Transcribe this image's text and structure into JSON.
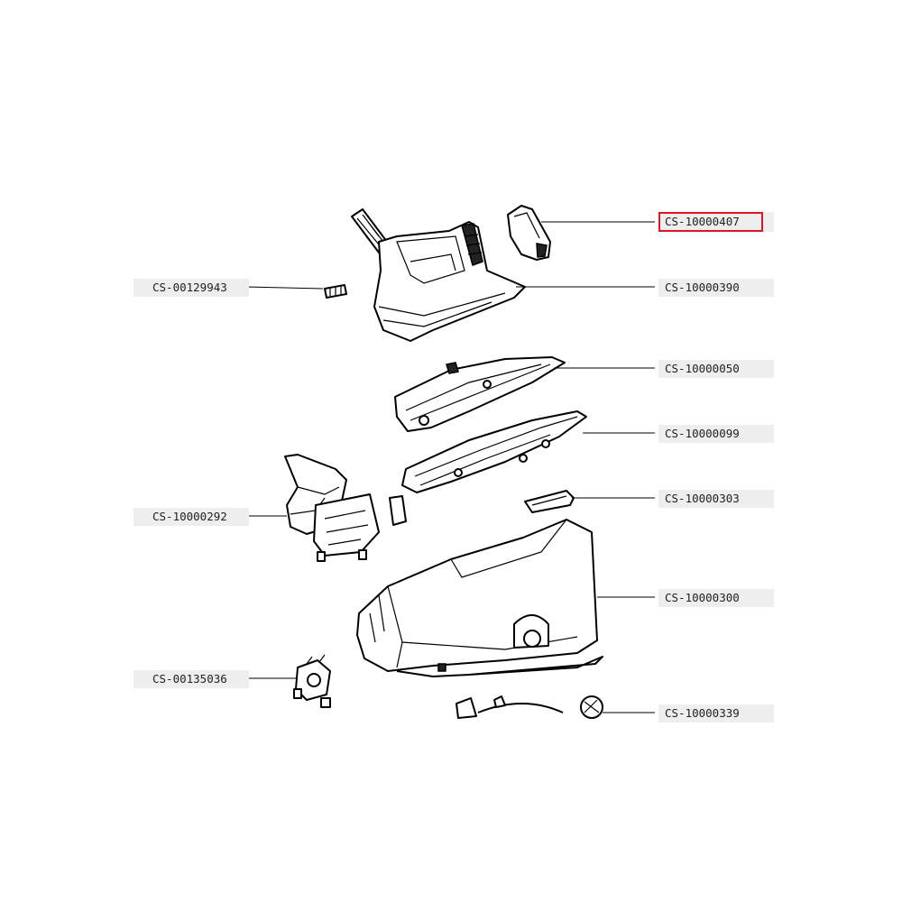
{
  "diagram": {
    "highlight_color": "#e0141e",
    "parts": {
      "p10000407": "CS-10000407",
      "p00129943": "CS-00129943",
      "p10000390": "CS-10000390",
      "p10000050": "CS-10000050",
      "p10000099": "CS-10000099",
      "p10000292": "CS-10000292",
      "p10000303": "CS-10000303",
      "p10000300": "CS-10000300",
      "p00135036": "CS-00135036",
      "p10000339": "CS-10000339"
    }
  }
}
